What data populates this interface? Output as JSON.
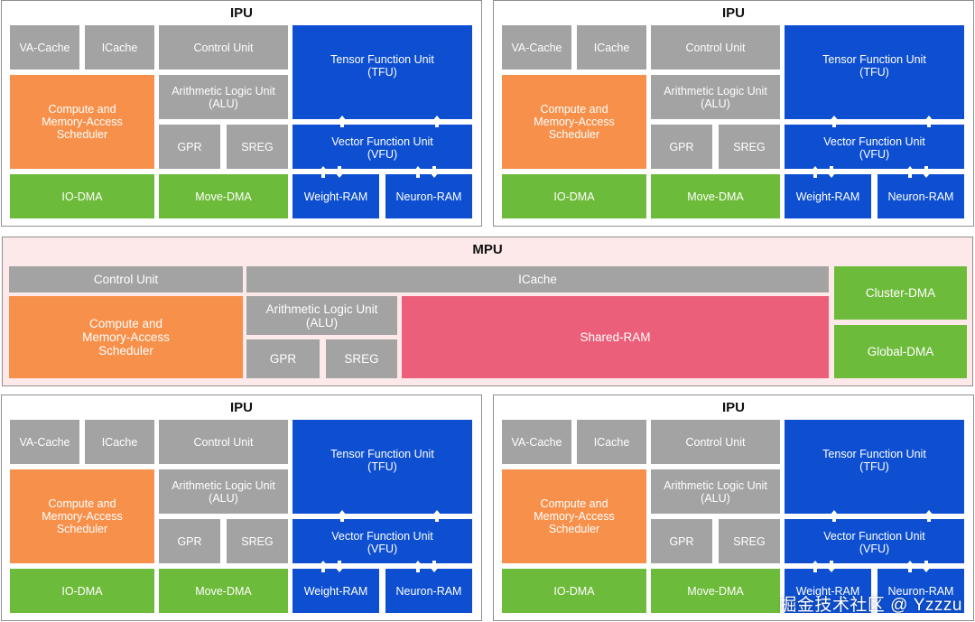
{
  "ipu": {
    "title": "IPU",
    "va_cache": "VA-Cache",
    "icache": "ICache",
    "control_unit": "Control Unit",
    "alu": "Arithmetic Logic Unit\n(ALU)",
    "scheduler": "Compute and\nMemory-Access\nScheduler",
    "gpr": "GPR",
    "sreg": "SREG",
    "tfu": "Tensor Function Unit\n(TFU)",
    "vfu": "Vector Function Unit\n(VFU)",
    "io_dma": "IO-DMA",
    "move_dma": "Move-DMA",
    "weight_ram": "Weight-RAM",
    "neuron_ram": "Neuron-RAM"
  },
  "mpu": {
    "title": "MPU",
    "control_unit": "Control Unit",
    "icache": "ICache",
    "scheduler": "Compute and\nMemory-Access\nScheduler",
    "alu": "Arithmetic Logic Unit\n(ALU)",
    "gpr": "GPR",
    "sreg": "SREG",
    "shared_ram": "Shared-RAM",
    "cluster_dma": "Cluster-DMA",
    "global_dma": "Global-DMA"
  },
  "watermark": "掘金技术社区 @ Yzzzu",
  "colors": {
    "gray": "#a3a3a3",
    "orange": "#f7904a",
    "green": "#6dbb3a",
    "blue": "#0d4fd0",
    "pink": "#ec5f7a",
    "mpu_background": "#fde9e9"
  }
}
